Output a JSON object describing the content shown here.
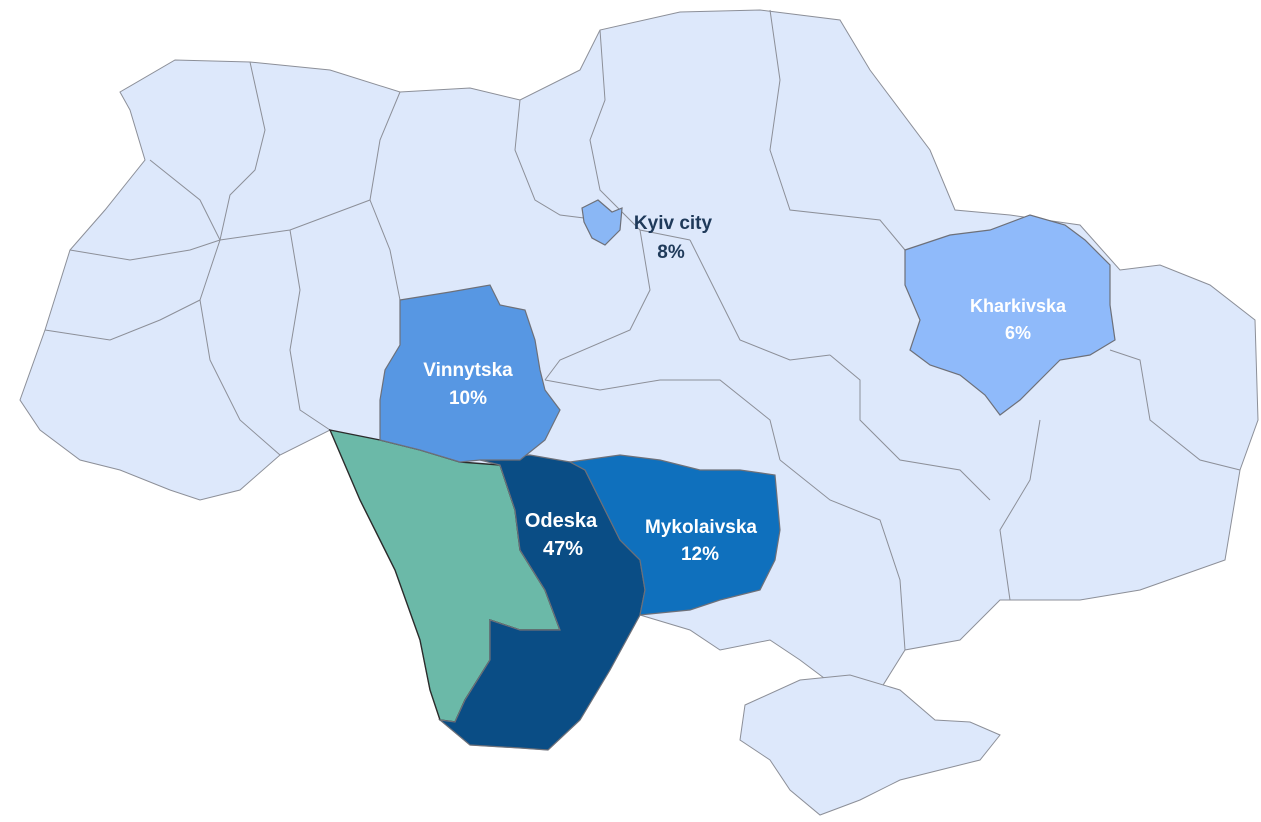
{
  "colors": {
    "base": "#dde8fb",
    "border": "#8c8f98",
    "moldova": "#6bb9a8",
    "label_dark": "#1f3a5a",
    "label_light": "#ffffff"
  },
  "regions": [
    {
      "id": "odeska",
      "name": "Odeska",
      "share": "47%",
      "value": 47,
      "color": "#0a4d85"
    },
    {
      "id": "mykolaivska",
      "name": "Mykolaivska",
      "share": "12%",
      "value": 12,
      "color": "#0f70bd"
    },
    {
      "id": "vinnytska",
      "name": "Vinnytska",
      "share": "10%",
      "value": 10,
      "color": "#5797e3"
    },
    {
      "id": "kyiv-city",
      "name": "Kyiv city",
      "share": "8%",
      "value": 8,
      "color": "#8ab7f5"
    },
    {
      "id": "kharkivska",
      "name": "Kharkivska",
      "share": "6%",
      "value": 6,
      "color": "#8fbafa"
    }
  ]
}
